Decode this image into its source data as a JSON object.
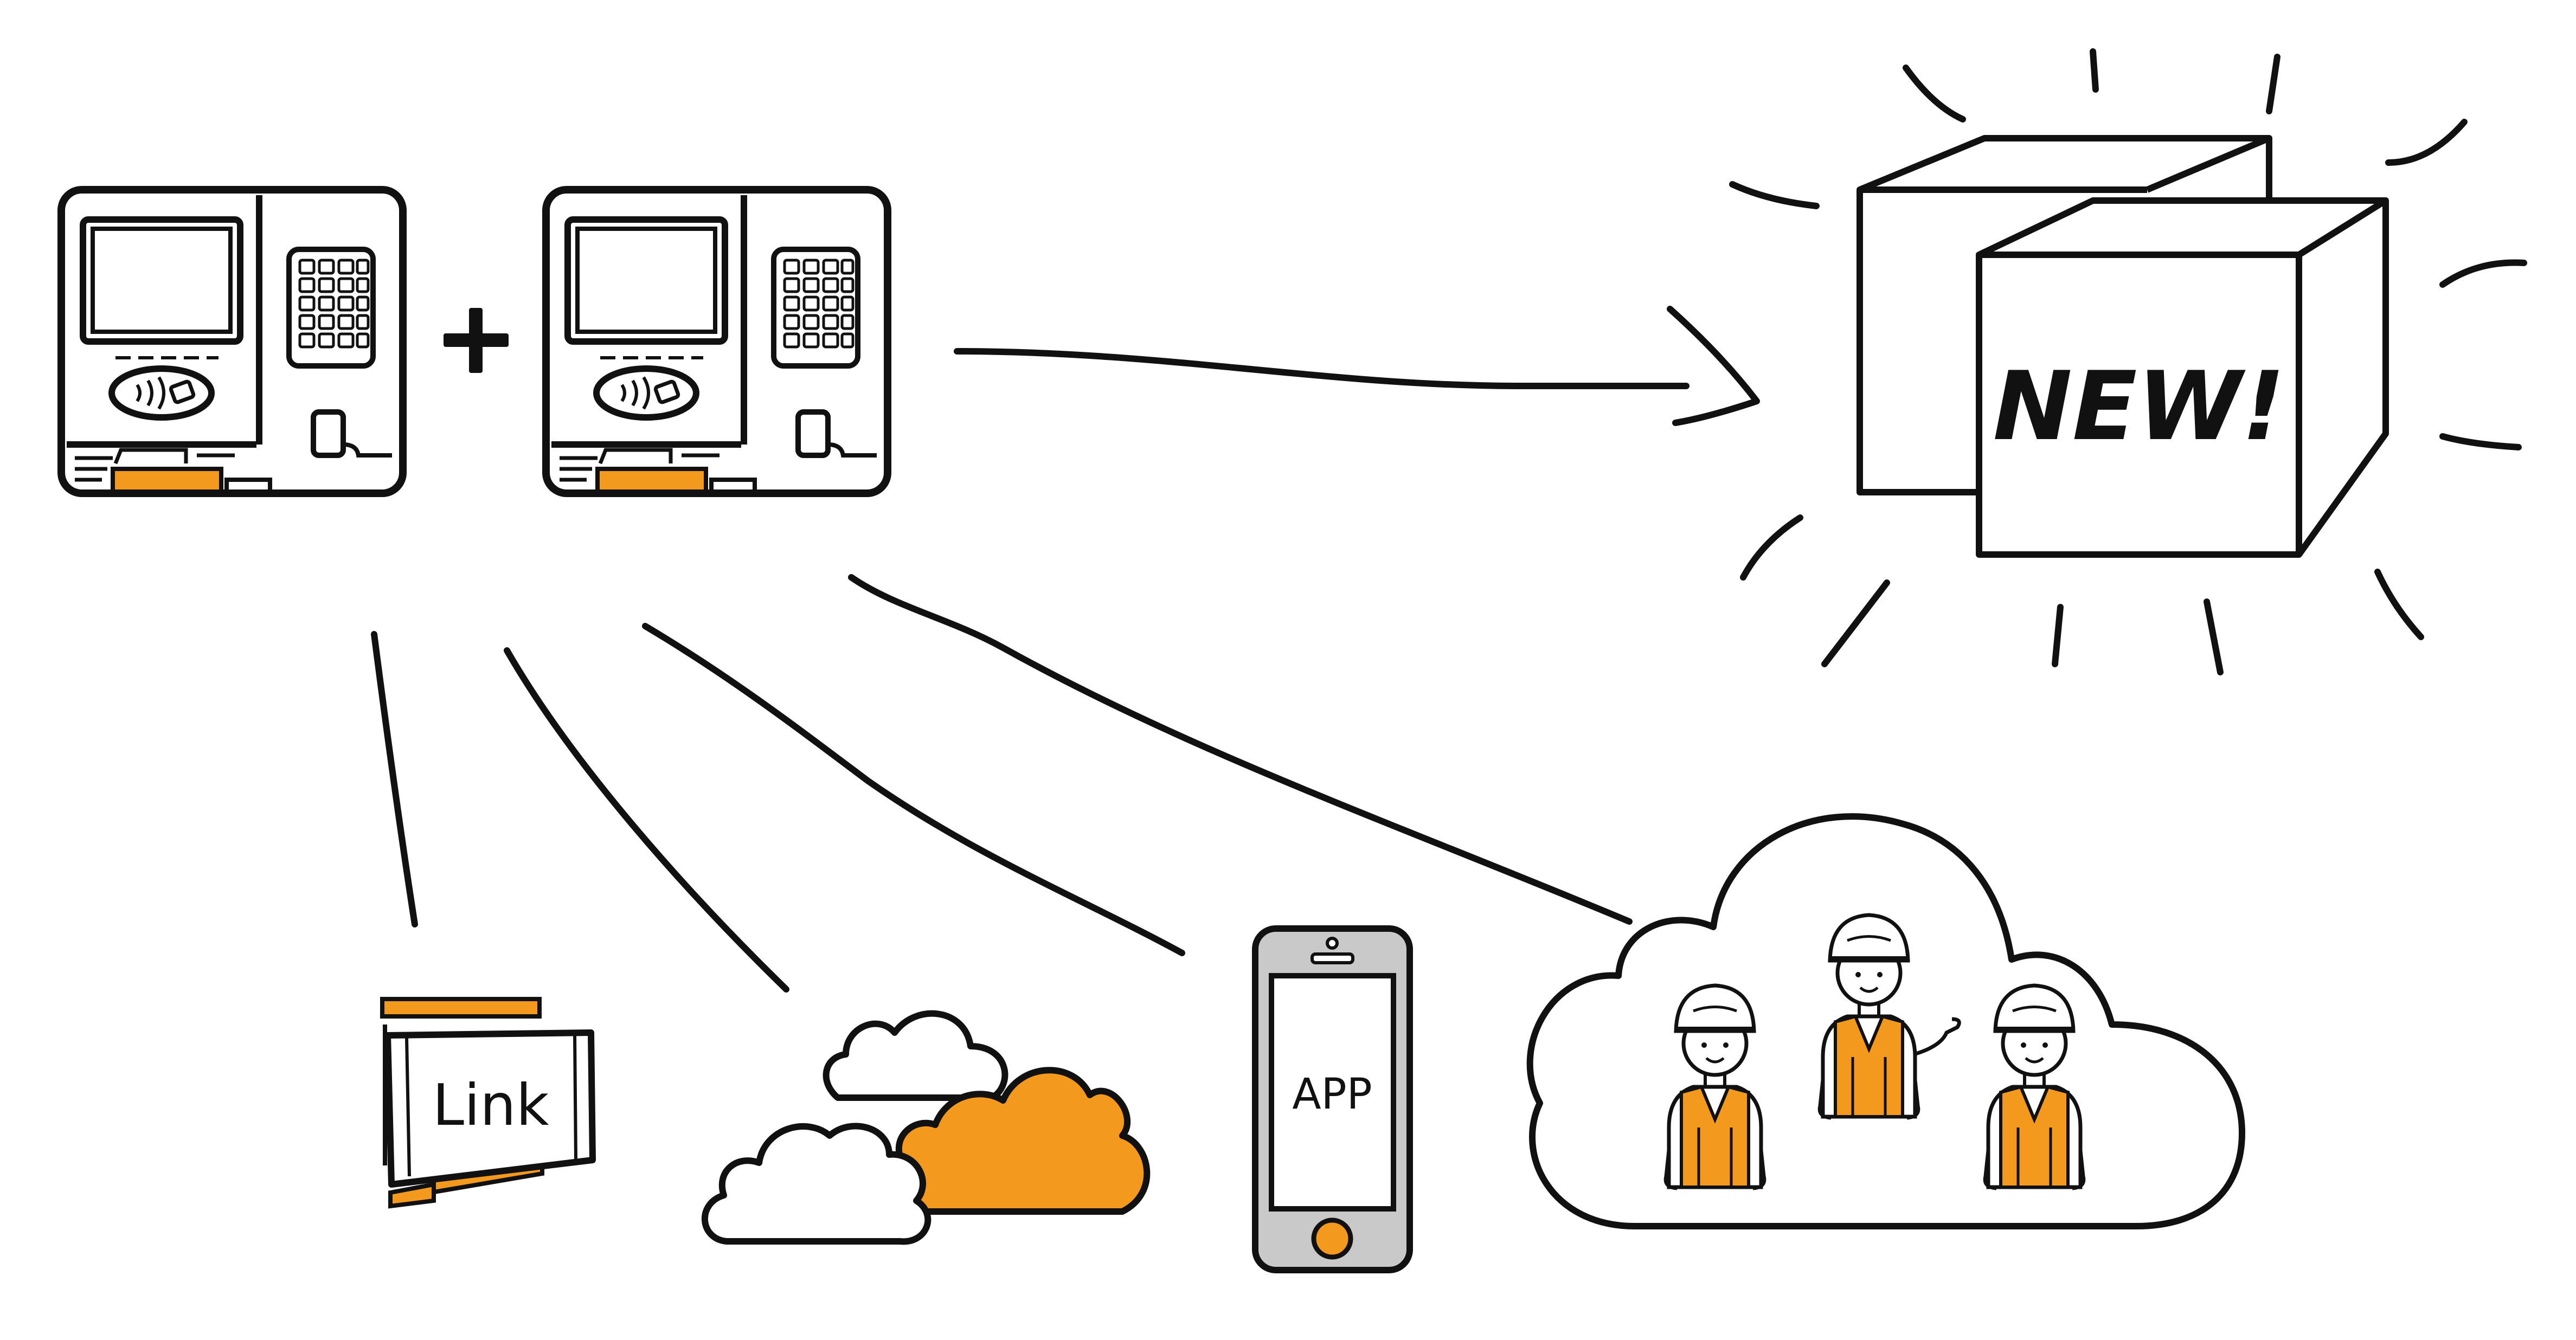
{
  "colors": {
    "ink": "#111111",
    "accent": "#F39A1E",
    "paper": "#FFFFFF",
    "phone_body": "#C9C9C9"
  },
  "new_box": {
    "label": "NEW!"
  },
  "link_card": {
    "label": "Link"
  },
  "phone": {
    "label": "APP"
  },
  "icons": {
    "terminal_1": "time-clock-terminal-icon",
    "terminal_2": "time-clock-terminal-icon",
    "plus": "plus-icon",
    "arrow": "arrow-right-icon",
    "new_box": "new-box-icon",
    "link_card": "link-card-icon",
    "clouds": "cloud-sync-icon",
    "phone": "smartphone-icon",
    "cloud_team": "team-cloud-icon"
  }
}
